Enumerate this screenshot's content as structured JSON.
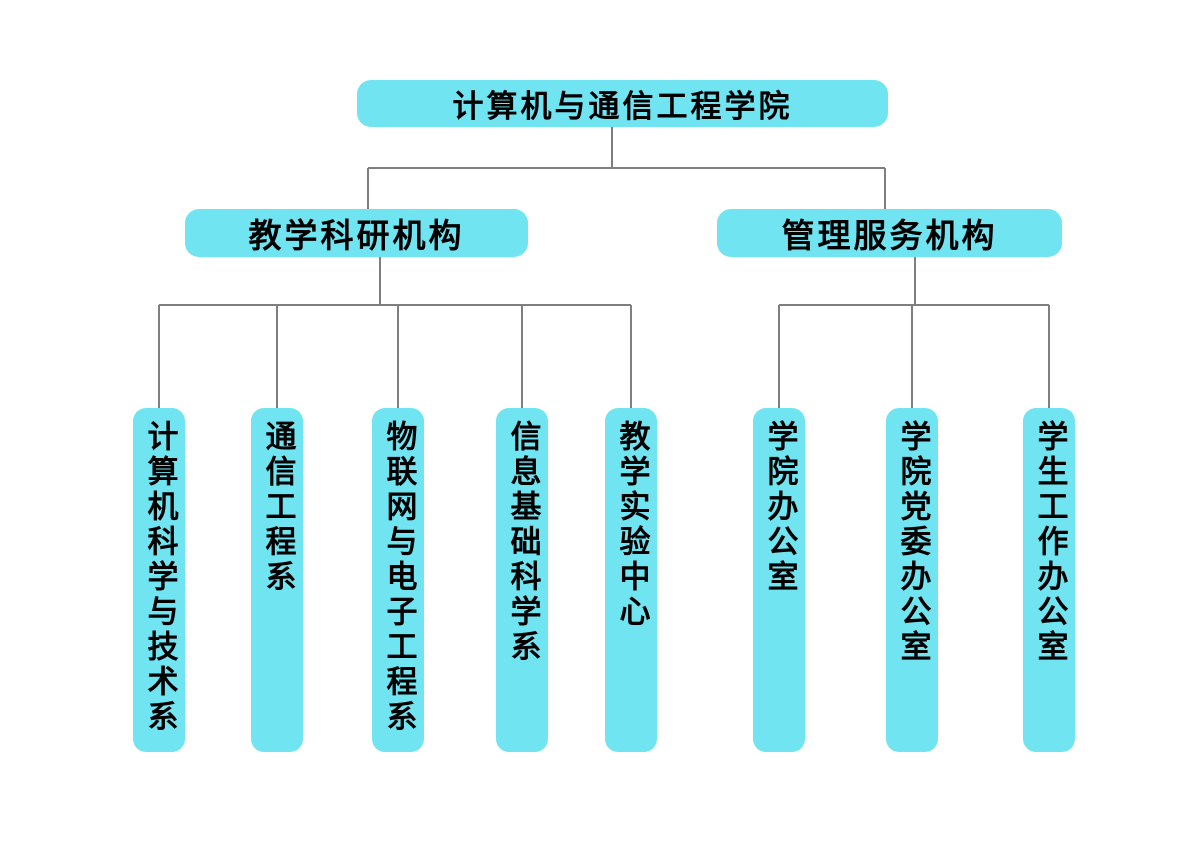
{
  "org_chart": {
    "type": "organization-tree",
    "root": {
      "label": "计算机与通信工程学院"
    },
    "groups": [
      {
        "label": "教学科研机构",
        "children": [
          "计算机科学与技术系",
          "通信工程系",
          "物联网与电子工程系",
          "信息基础科学系",
          "教学实验中心"
        ]
      },
      {
        "label": "管理服务机构",
        "children": [
          "学院办公室",
          "学院党委办公室",
          "学生工作办公室"
        ]
      }
    ],
    "colors": {
      "box_fill": "#71e4f2",
      "connector": "#7f7f7f",
      "text": "#000000",
      "background": "#ffffff"
    }
  }
}
